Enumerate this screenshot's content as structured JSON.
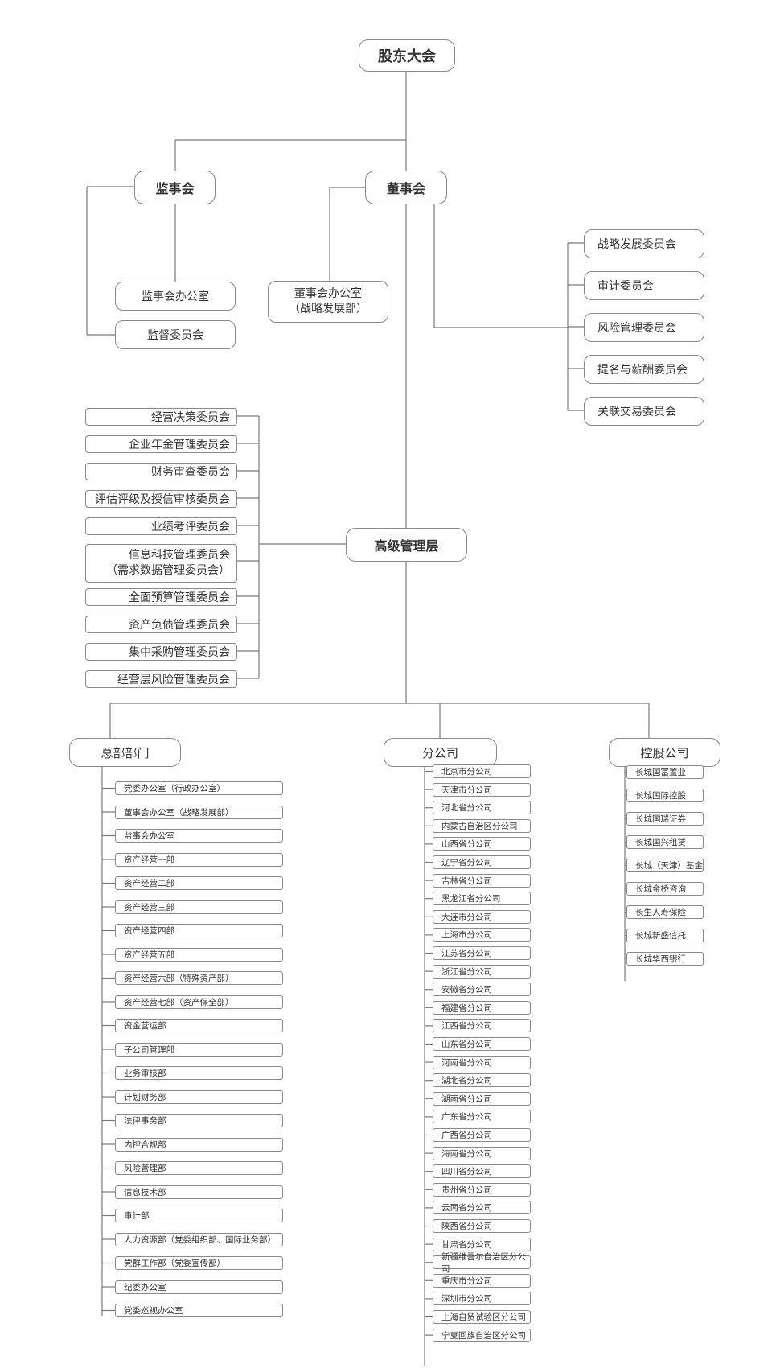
{
  "top": {
    "shareholders": "股东大会"
  },
  "board": "董事会",
  "supervisory": "监事会",
  "supervisory_children": [
    "监事会办公室",
    "监督委员会"
  ],
  "board_office": {
    "line1": "董事会办公室",
    "line2": "（战略发展部）"
  },
  "board_committees": [
    "战略发展委员会",
    "审计委员会",
    "风险管理委员会",
    "提名与薪酬委员会",
    "关联交易委员会"
  ],
  "senior_management": "高级管理层",
  "management_committees": [
    "经营决策委员会",
    "企业年金管理委员会",
    "财务审查委员会",
    "评估评级及授信审核委员会",
    "业绩考评委员会",
    {
      "line1": "信息科技管理委员会",
      "line2": "（需求数据管理委员会）"
    },
    "全面预算管理委员会",
    "资产负债管理委员会",
    "集中采购管理委员会",
    "经营层风险管理委员会"
  ],
  "headquarters": {
    "title": "总部部门",
    "items": [
      "党委办公室（行政办公室）",
      "董事会办公室（战略发展部）",
      "监事会办公室",
      "资产经营一部",
      "资产经营二部",
      "资产经营三部",
      "资产经营四部",
      "资产经营五部",
      "资产经营六部（特殊资产部）",
      "资产经营七部（资产保全部）",
      "资金营运部",
      "子公司管理部",
      "业务审核部",
      "计划财务部",
      "法律事务部",
      "内控合规部",
      "风险管理部",
      "信息技术部",
      "审计部",
      "人力资源部（党委组织部、国际业务部）",
      "党群工作部（党委宣传部）",
      "纪委办公室",
      "党委巡视办公室"
    ]
  },
  "branches": {
    "title": "分公司",
    "items": [
      "北京市分公司",
      "天津市分公司",
      "河北省分公司",
      "内蒙古自治区分公司",
      "山西省分公司",
      "辽宁省分公司",
      "吉林省分公司",
      "黑龙江省分公司",
      "大连市分公司",
      "上海市分公司",
      "江苏省分公司",
      "浙江省分公司",
      "安徽省分公司",
      "福建省分公司",
      "江西省分公司",
      "山东省分公司",
      "河南省分公司",
      "湖北省分公司",
      "湖南省分公司",
      "广东省分公司",
      "广西省分公司",
      "海南省分公司",
      "四川省分公司",
      "贵州省分公司",
      "云南省分公司",
      "陕西省分公司",
      "甘肃省分公司",
      "新疆维吾尔自治区分公司",
      "重庆市分公司",
      "深圳市分公司",
      "上海自贸试验区分公司",
      "宁夏回族自治区分公司"
    ]
  },
  "holdings": {
    "title": "控股公司",
    "items": [
      "长城国富置业",
      "长城国际控股",
      "长城国瑞证券",
      "长城国兴租赁",
      "长城（天津）基金",
      "长城金桥咨询",
      "长生人寿保险",
      "长城新盛信托",
      "长城华西银行"
    ]
  }
}
